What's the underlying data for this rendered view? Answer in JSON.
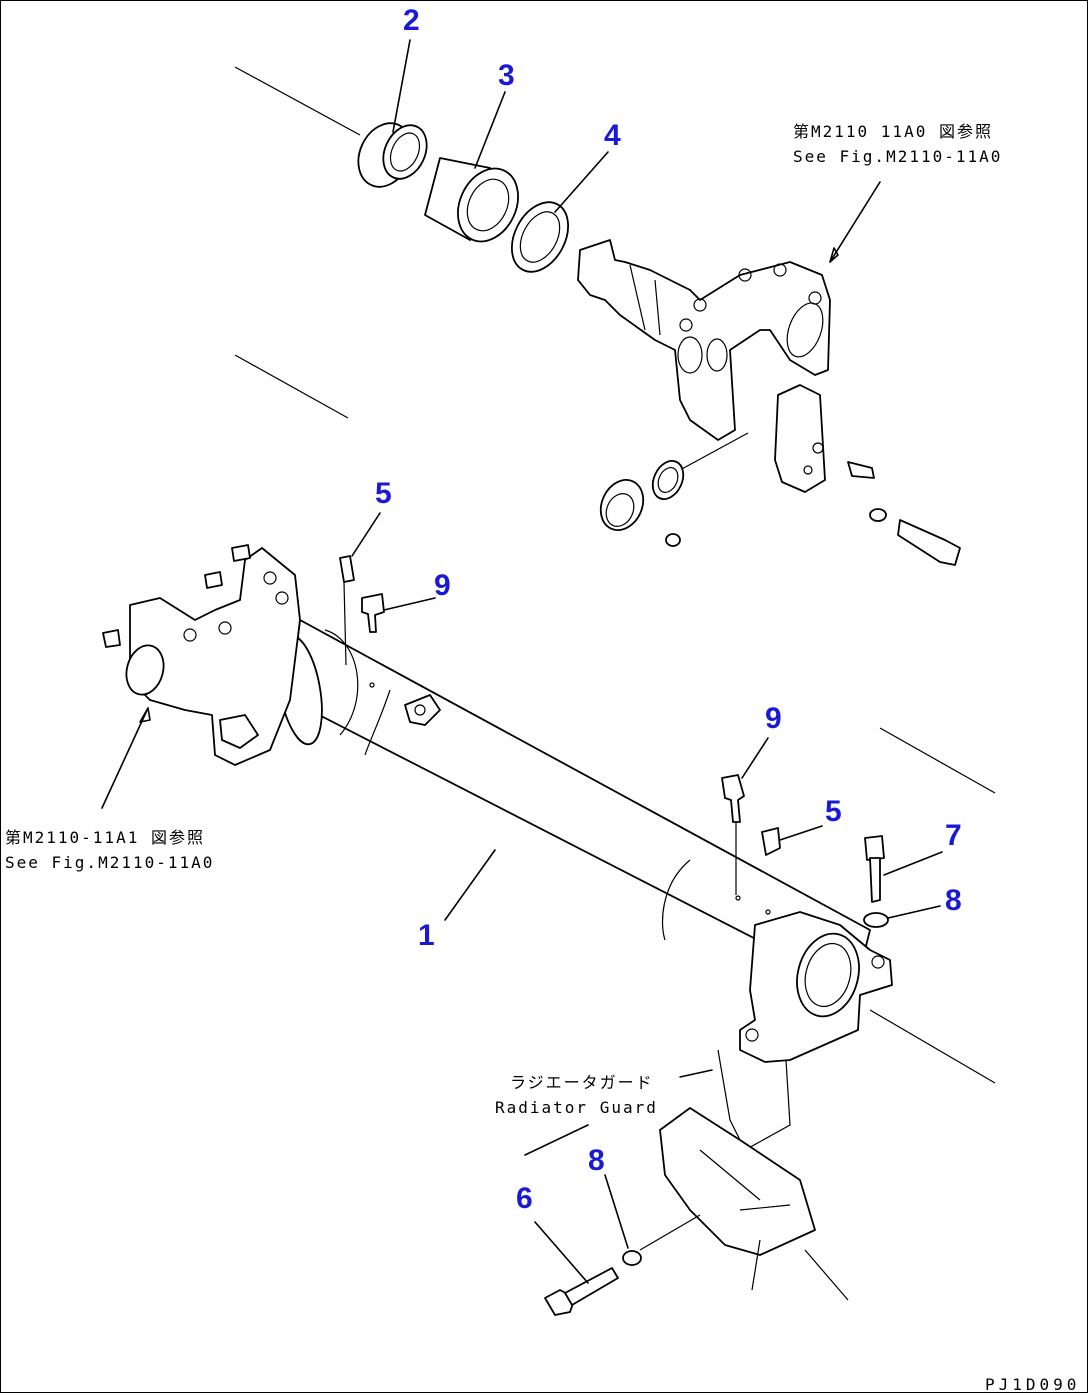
{
  "callouts": {
    "c1": "1",
    "c2": "2",
    "c3": "3",
    "c4": "4",
    "c5a": "5",
    "c5b": "5",
    "c6": "6",
    "c7": "7",
    "c8a": "8",
    "c8b": "8",
    "c9a": "9",
    "c9b": "9"
  },
  "notes": {
    "top_ref_jp": "第M2110 11A0 図参照",
    "top_ref_en": "See Fig.M2110-11A0",
    "left_ref_jp": "第M2110-11A1 図参照",
    "left_ref_en": "See Fig.M2110-11A0",
    "guard_jp": "ラジエータガード",
    "guard_en": "Radiator Guard"
  },
  "drawing_code": "PJ1D090",
  "colors": {
    "callout": "#1a1ad6",
    "line": "#000000"
  }
}
